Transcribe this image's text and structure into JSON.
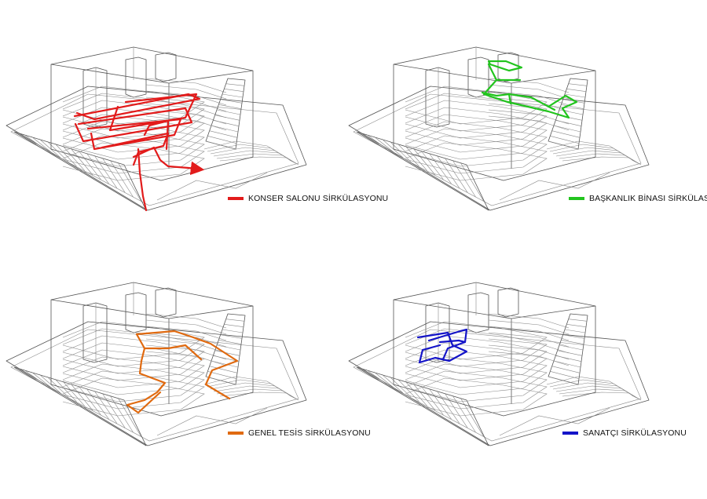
{
  "panels": [
    {
      "legend": "KONSER SALONU SİRKÜLASYONU",
      "color": "#e21b1b",
      "route": "konser"
    },
    {
      "legend": "BAŞKANLIK BİNASI SİRKÜLASYONU",
      "color": "#22c41e",
      "route": "baskanlik"
    },
    {
      "legend": "GENEL TESİS SİRKÜLASYONU",
      "color": "#e06a10",
      "route": "genel"
    },
    {
      "legend": "SANATÇI SİRKÜLASYONU",
      "color": "#1414c8",
      "route": "sanatci"
    }
  ]
}
